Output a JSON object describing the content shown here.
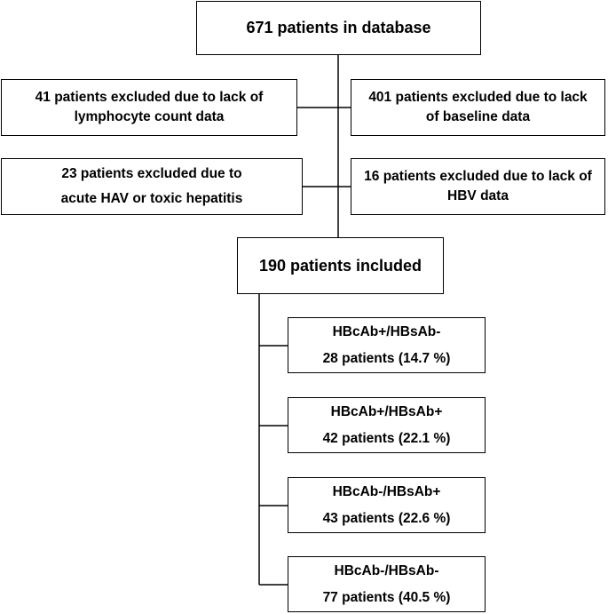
{
  "database": {
    "label": "671 patients in database"
  },
  "exclusions": {
    "lymphocyte": {
      "line1": "41 patients excluded due to lack of",
      "line2": "lymphocyte count data"
    },
    "baseline": {
      "line1": "401 patients excluded due to lack",
      "line2": "of baseline data"
    },
    "hepatitis": {
      "line1": "23 patients excluded due to",
      "line2": "acute HAV or toxic hepatitis"
    },
    "hbv": {
      "line1": "16 patients excluded due to lack of",
      "line2": "HBV data"
    }
  },
  "included": {
    "label": "190 patients included"
  },
  "groups": [
    {
      "serology": "HBcAb+/HBsAb-",
      "count": "28 patients (14.7 %)"
    },
    {
      "serology": "HBcAb+/HBsAb+",
      "count": "42 patients (22.1 %)"
    },
    {
      "serology": "HBcAb-/HBsAb+",
      "count": "43 patients (22.6 %)"
    },
    {
      "serology": "HBcAb-/HBsAb-",
      "count": "77 patients (40.5 %)"
    }
  ]
}
